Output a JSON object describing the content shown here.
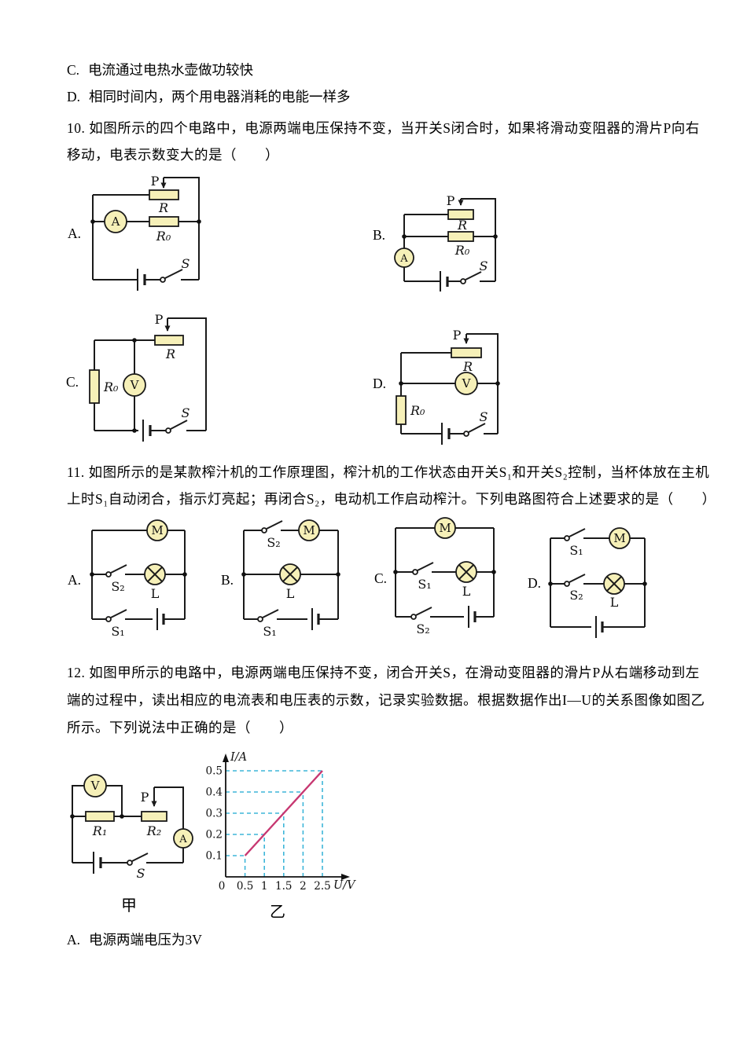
{
  "q9": {
    "options": [
      {
        "label": "C.",
        "text": "电流通过电热水壶做功较快"
      },
      {
        "label": "D.",
        "text": "相同时间内，两个用电器消耗的电能一样多"
      }
    ]
  },
  "q10": {
    "lines": [
      "10. 如图所示的四个电路中，电源两端电压保持不变，当开关S闭合时，如果将滑动变阻器的滑片P向右",
      "移动，电表示数变大的是（　　）"
    ],
    "options": [
      "A.",
      "B.",
      "C.",
      "D."
    ],
    "labels": {
      "p": "P",
      "r": "R",
      "r0": "R₀",
      "s": "S",
      "ammeter": "A",
      "voltmeter": "V"
    }
  },
  "q11": {
    "lines": [
      "11. 如图所示的是某款榨汁机的工作原理图，榨汁机的工作状态由开关S₁和开关S₂控制，当杯体放在主机",
      "上时S₁自动闭合，指示灯亮起；再闭合S₂，电动机工作启动榨汁。下列电路图符合上述要求的是（　　）"
    ],
    "options": [
      "A.",
      "B.",
      "C.",
      "D."
    ],
    "labels": {
      "motor": "M",
      "lamp": "L",
      "s1": "S₁",
      "s2": "S₂"
    }
  },
  "q12": {
    "lines": [
      "12. 如图甲所示的电路中，电源两端电压保持不变，闭合开关S，在滑动变阻器的滑片P从右端移动到左",
      "端的过程中，读出相应的电流表和电压表的示数，记录实验数据。根据数据作出I—U的关系图像如图乙",
      "所示。下列说法中正确的是（　　）"
    ],
    "circuit_labels": {
      "p": "P",
      "r1": "R₁",
      "r2": "R₂",
      "s": "S",
      "ammeter": "A",
      "voltmeter": "V",
      "caption": "甲"
    },
    "optionA": {
      "label": "A.",
      "text": "电源两端电压为3V"
    }
  },
  "chart_data": {
    "type": "line",
    "title": "",
    "xlabel": "U/V",
    "ylabel": "I/A",
    "x": [
      0.5,
      1,
      1.5,
      2,
      2.5
    ],
    "y": [
      0.1,
      0.2,
      0.3,
      0.4,
      0.5
    ],
    "xticks": [
      "0",
      "0.5",
      "1",
      "1.5",
      "2",
      "2.5"
    ],
    "yticks": [
      "0.1",
      "0.2",
      "0.3",
      "0.4",
      "0.5"
    ],
    "xlim": [
      0,
      2.9
    ],
    "ylim": [
      0,
      0.56
    ],
    "grid": "dashed cyan guides from axes to each data point",
    "legend": null,
    "line_color": "#c73771",
    "guide_color": "#3eb6d9",
    "caption": "乙"
  },
  "colors": {
    "component_fill": "#f6f0b8",
    "wire": "#1a1a1a"
  }
}
